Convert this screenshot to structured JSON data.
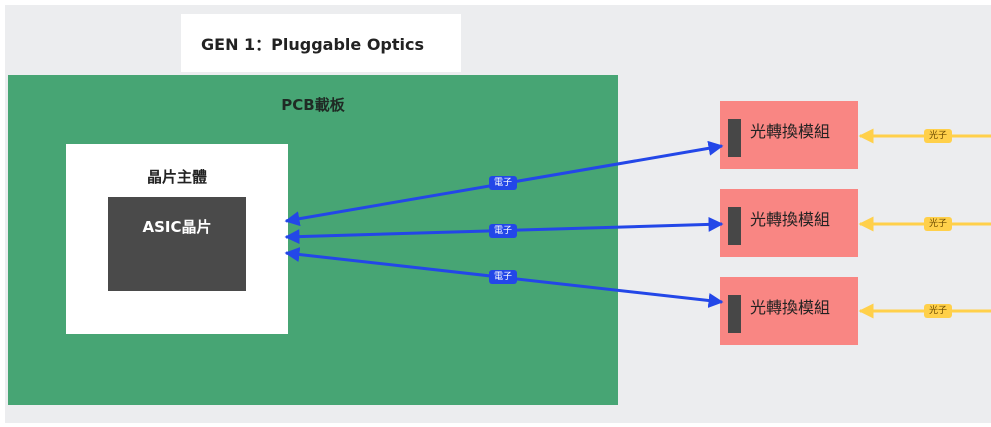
{
  "title": "GEN 1：Pluggable Optics",
  "pcb_label": "PCB載板",
  "chip_host_label": "晶片主體",
  "asic_label": "ASIC晶片",
  "modules": [
    {
      "label": "光轉換模組",
      "electron_tag": "電子",
      "photon_tag": "光子"
    },
    {
      "label": "光轉換模組",
      "electron_tag": "電子",
      "photon_tag": "光子"
    },
    {
      "label": "光轉換模組",
      "electron_tag": "電子",
      "photon_tag": "光子"
    }
  ],
  "colors": {
    "pcb": "#47a574",
    "module": "#f98683",
    "asic": "#4a4a4a",
    "electron_arrow": "#2347e8",
    "photon_arrow": "#ffd04a"
  }
}
